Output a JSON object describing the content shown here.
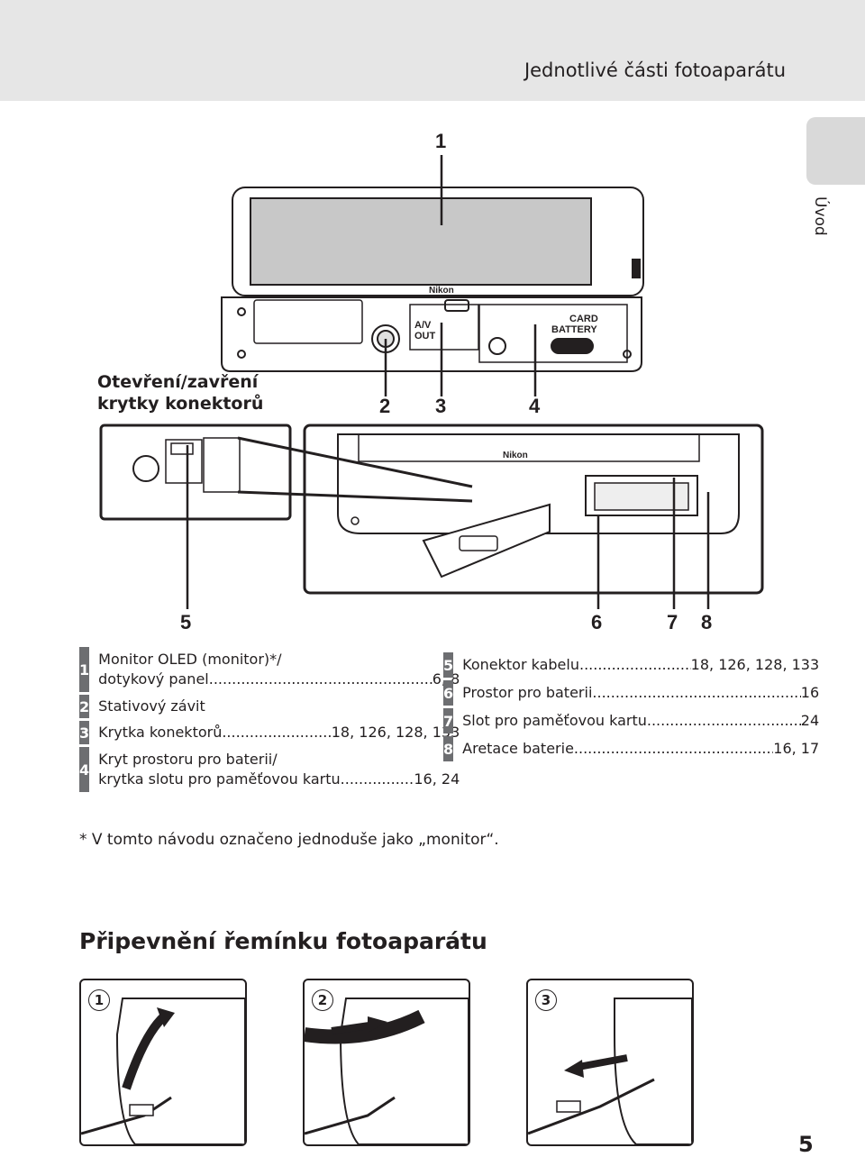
{
  "header": {
    "title": "Jednotlivé části fotoaparátu"
  },
  "side_tab": {
    "label": "Úvod"
  },
  "callouts": {
    "c1": "1",
    "c2": "2",
    "c3": "3",
    "c4": "4",
    "c5": "5",
    "c6": "6",
    "c7": "7",
    "c8": "8"
  },
  "connector_title": {
    "line1": "Otevření/zavření",
    "line2": "krytky konektorů"
  },
  "camera_marks": {
    "brand": "Nikon",
    "av": "A/V",
    "out": "OUT",
    "card": "CARD",
    "battery": "BATTERY"
  },
  "parts_left": [
    {
      "num": "1",
      "line1": "Monitor OLED (monitor)*/",
      "line2": "dotykový panel",
      "pages": "6, 8"
    },
    {
      "num": "2",
      "label": "Stativový závit"
    },
    {
      "num": "3",
      "label": "Krytka konektorů",
      "pages": "18, 126, 128, 133"
    },
    {
      "num": "4",
      "line1": "Kryt prostoru pro baterii/",
      "line2": "krytka slotu pro paměťovou kartu",
      "pages": "16, 24"
    }
  ],
  "parts_right": [
    {
      "num": "5",
      "label": "Konektor kabelu",
      "pages": "18, 126, 128, 133"
    },
    {
      "num": "6",
      "label": "Prostor pro baterii",
      "pages": "16"
    },
    {
      "num": "7",
      "label": "Slot pro paměťovou kartu",
      "pages": "24"
    },
    {
      "num": "8",
      "label": "Aretace baterie",
      "pages": "16, 17"
    }
  ],
  "footnote": "*  V tomto návodu označeno jednoduše jako „monitor“.",
  "section_title": "Připevnění řemínku fotoaparátu",
  "steps": [
    {
      "num": "1"
    },
    {
      "num": "2"
    },
    {
      "num": "3"
    }
  ],
  "page_number": "5"
}
